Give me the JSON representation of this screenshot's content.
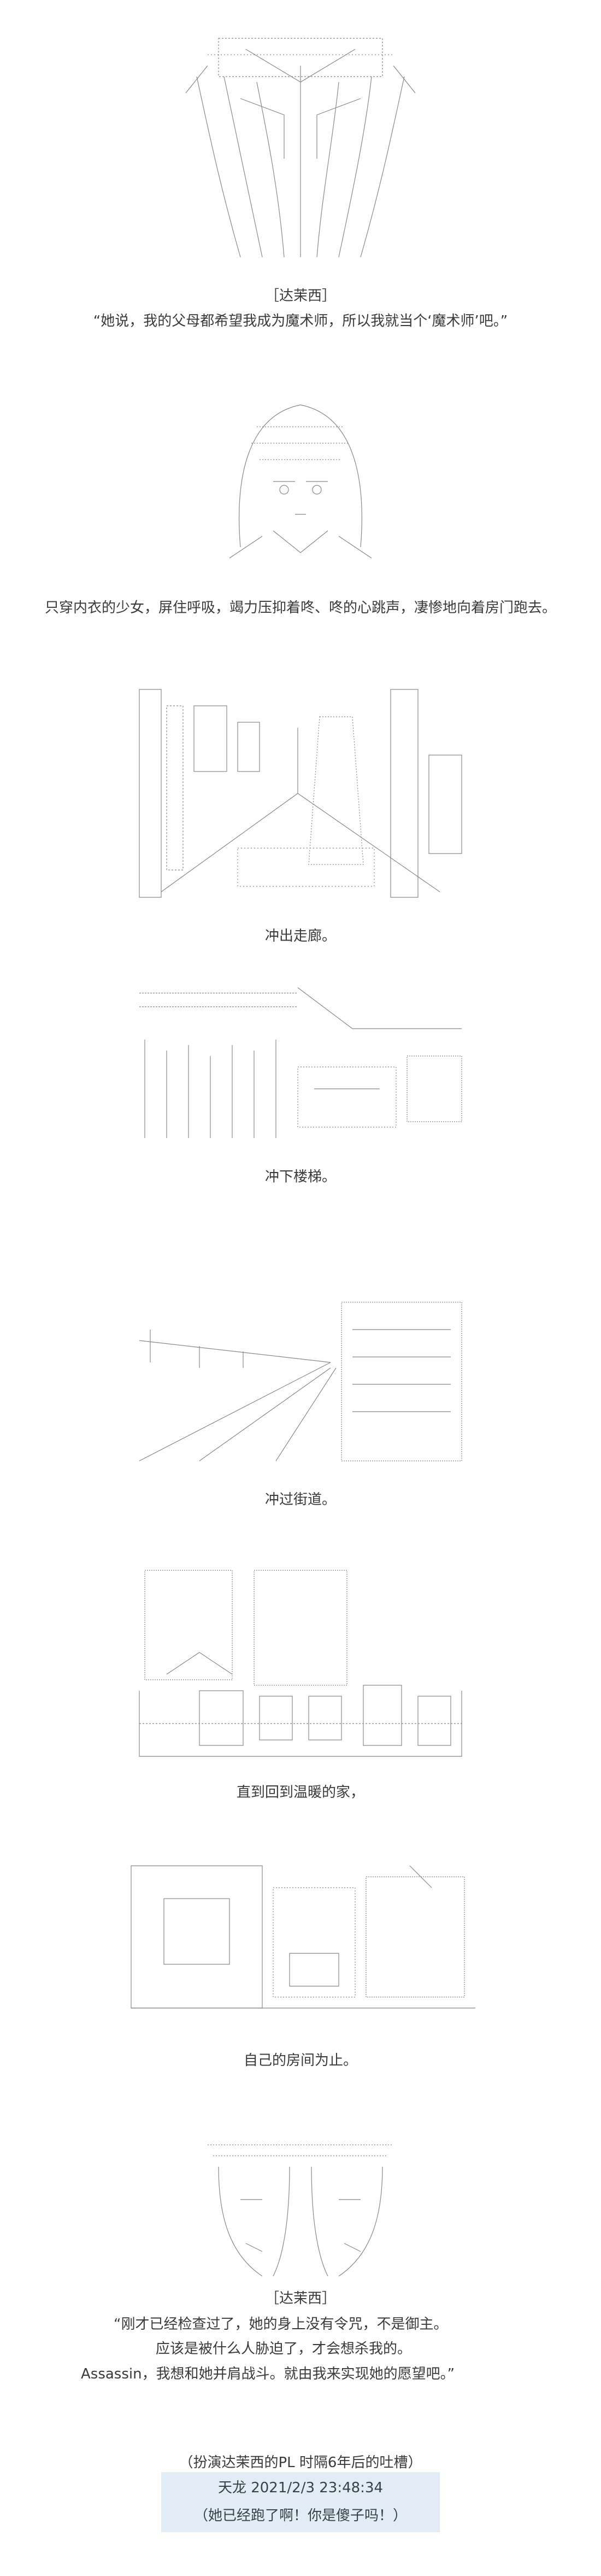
{
  "sections": {
    "s1": {
      "speaker": "［达茉西］",
      "quote": "“她说，我的父母都希望我成为魔术师，所以我就当个‘魔术师’吧。”"
    },
    "s2": {
      "narration": "只穿内衣的少女，屏住呼吸，竭力压抑着咚、咚的心跳声，凄惨地向着房门跑去。"
    },
    "s3": {
      "narration": "冲出走廊。"
    },
    "s4": {
      "narration": "冲下楼梯。"
    },
    "s5": {
      "narration": "冲过街道。"
    },
    "s6": {
      "narration": "直到回到温暖的家，"
    },
    "s7": {
      "narration": "自己的房间为止。"
    },
    "s8": {
      "speaker": "［达茉西］",
      "lines": [
        "“刚才已经检查过了，她的身上没有令咒，不是御主。",
        "应该是被什么人胁迫了，才会想杀我的。",
        "Assassin，我想和她并肩战斗。就由我来实现她的愿望吧。”"
      ]
    }
  },
  "footer": {
    "note": "（扮演达茉西的PL 时隔6年后的吐槽）",
    "author": "天龙 2021/2/3 23:48:34",
    "comment": "（她已经跑了啊！你是傻子吗！）"
  }
}
